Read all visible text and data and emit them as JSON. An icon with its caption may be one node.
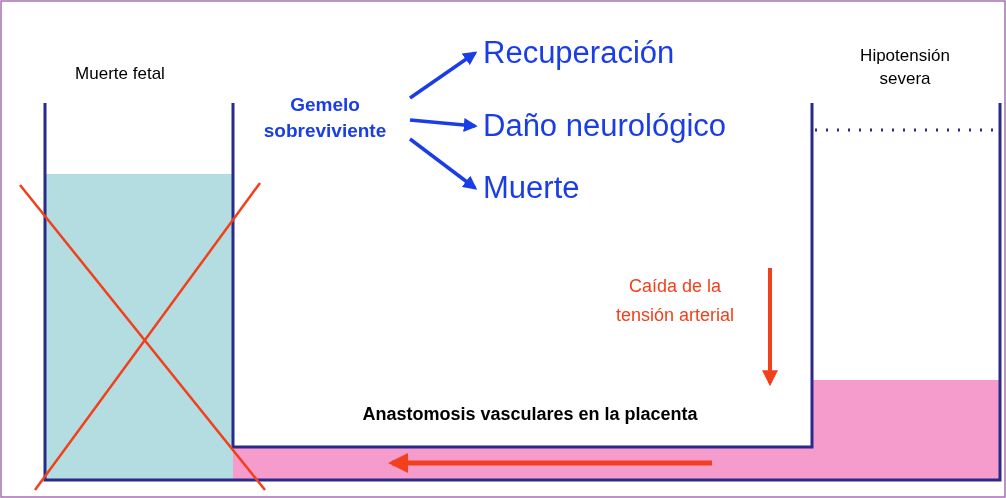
{
  "diagram": {
    "nodes": [
      {
        "text": [
          "Gemelo sobreviviente"
        ]
      },
      {
        "text": [
          "Recuperación"
        ]
      },
      {
        "text": [
          "Daño neurológico"
        ]
      },
      {
        "text": [
          "Muerte"
        ]
      }
    ],
    "edges": [
      {
        "from": 0,
        "to": 1,
        "arrow": "to"
      },
      {
        "from": 0,
        "to": 2,
        "arrow": "to"
      },
      {
        "from": 0,
        "to": 3,
        "arrow": "to"
      }
    ],
    "labels": [
      "Muerte fetal",
      "Hipotensión severa",
      "Caída de la tensión arterial",
      "Anastomosis vasculares en la placenta"
    ]
  }
}
